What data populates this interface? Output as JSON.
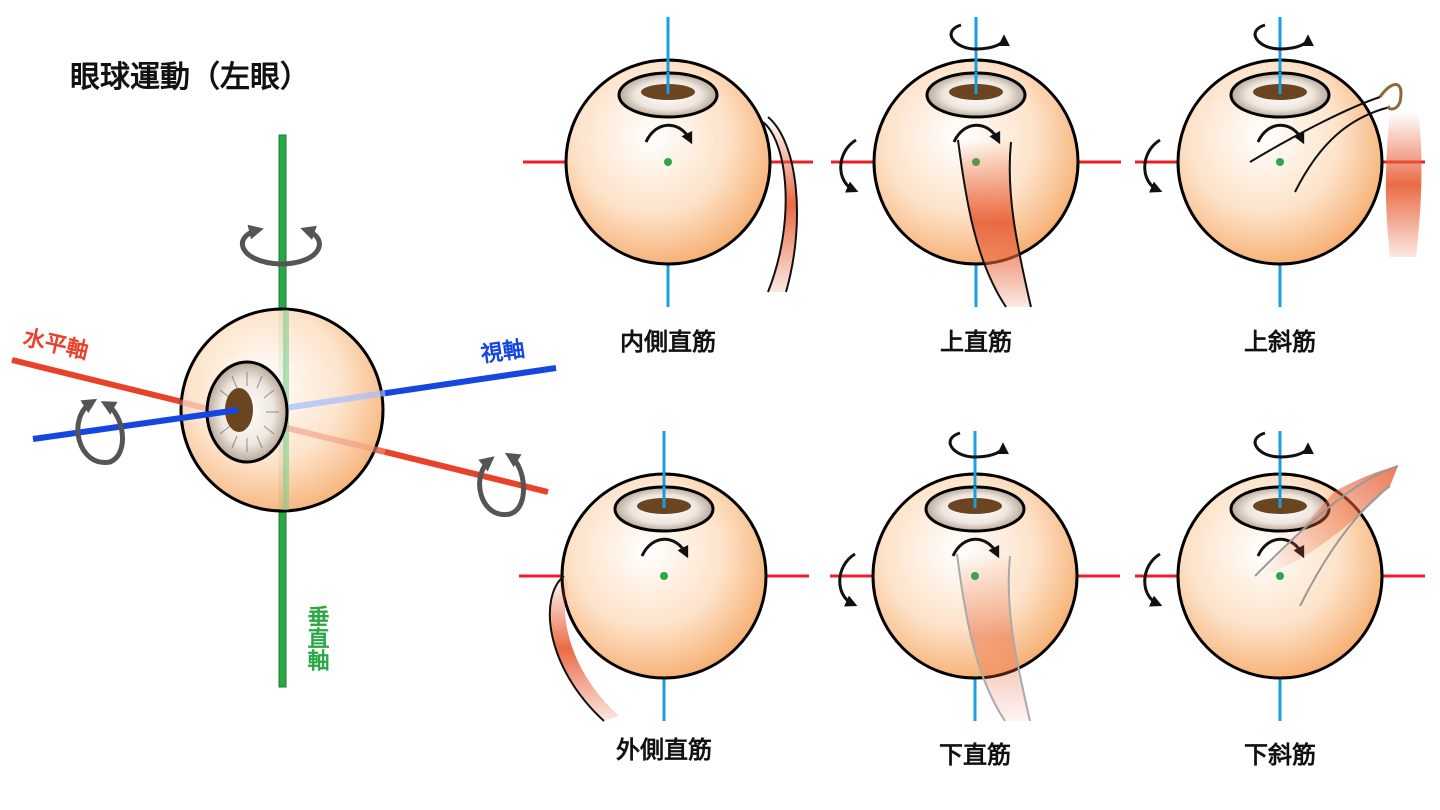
{
  "title": "眼球運動（左眼）",
  "axes": {
    "horizontal": {
      "label": "水平軸",
      "color": "#e8432a"
    },
    "visual": {
      "label": "視軸",
      "color": "#1446e0"
    },
    "vertical": {
      "label": "垂直軸",
      "color": "#2aa844"
    }
  },
  "muscles": [
    {
      "label": "内側直筋"
    },
    {
      "label": "上直筋"
    },
    {
      "label": "上斜筋"
    },
    {
      "label": "外側直筋"
    },
    {
      "label": "下直筋"
    },
    {
      "label": "下斜筋"
    }
  ],
  "colors": {
    "eyeball_edge": "#ffffff",
    "eyeball_center": "#f7b27a",
    "muscle": "#e8643c",
    "iris": "#6b4420",
    "blue_axis": "#1a9ee0",
    "red_axis": "#e8202a",
    "center_dot": "#2aa84a",
    "rotation_arrow": "#555555"
  }
}
